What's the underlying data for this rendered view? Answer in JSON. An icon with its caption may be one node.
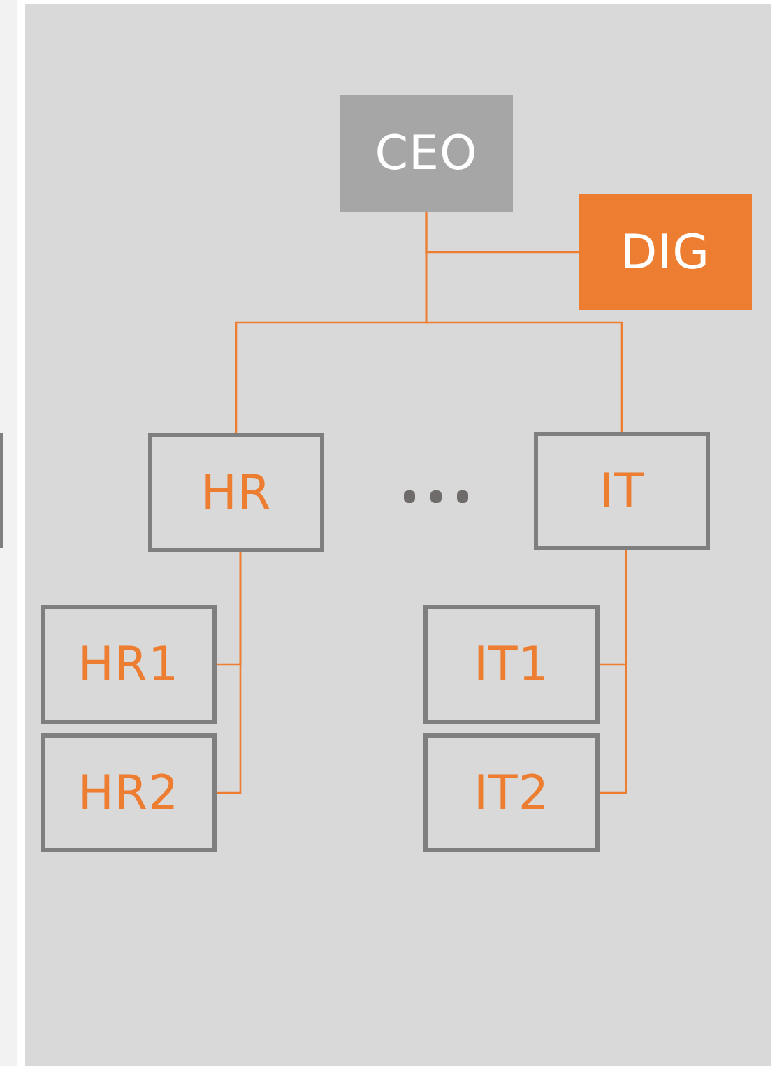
{
  "diagram": {
    "nodes": [
      {
        "text": [
          "CEO"
        ]
      },
      {
        "text": [
          "DIG"
        ]
      },
      {
        "text": [
          "HR"
        ]
      },
      {
        "text": [
          "IT"
        ]
      },
      {
        "text": [
          "HR1"
        ]
      },
      {
        "text": [
          "HR2"
        ]
      },
      {
        "text": [
          "IT1"
        ]
      },
      {
        "text": [
          "IT2"
        ]
      }
    ],
    "edges": [
      {
        "from": 0,
        "to": 1,
        "arrow": "none"
      },
      {
        "from": 0,
        "to": 2,
        "arrow": "none"
      },
      {
        "from": 0,
        "to": 3,
        "arrow": "none"
      },
      {
        "from": 2,
        "to": 4,
        "arrow": "none"
      },
      {
        "from": 2,
        "to": 5,
        "arrow": "none"
      },
      {
        "from": 3,
        "to": 6,
        "arrow": "none"
      },
      {
        "from": 3,
        "to": 7,
        "arrow": "none"
      }
    ]
  }
}
